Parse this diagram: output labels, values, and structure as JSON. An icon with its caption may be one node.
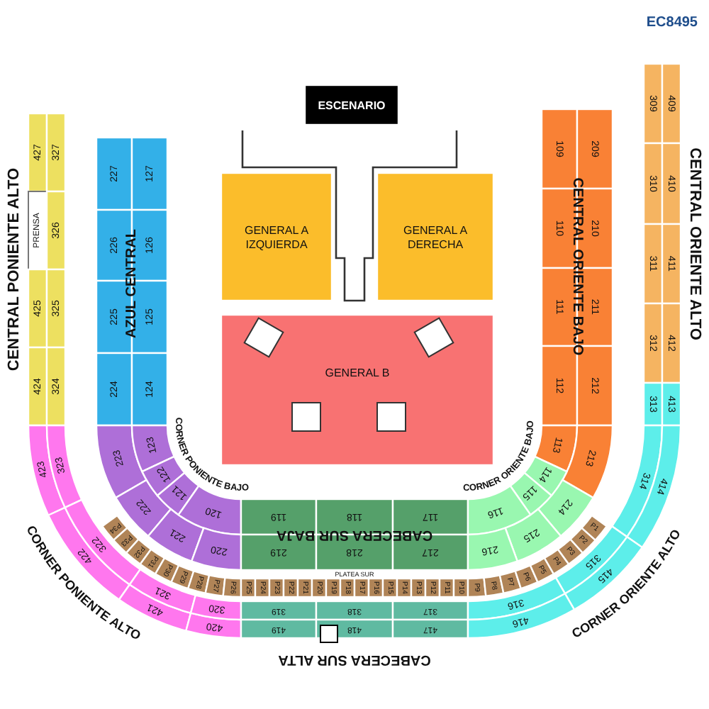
{
  "diagram": {
    "nodes": [
      {
        "text": [
          "ESCENARIO"
        ]
      },
      {
        "text": [
          "GENERAL A IZQUIERDA"
        ]
      },
      {
        "text": [
          "GENERAL A DERECHA"
        ]
      },
      {
        "text": [
          "GENERAL B"
        ]
      },
      {
        "text": [],
        "shape": "box",
        "in": 3
      },
      {
        "text": [],
        "shape": "box",
        "in": 3
      },
      {
        "text": [],
        "shape": "box",
        "in": 3
      },
      {
        "text": [],
        "shape": "box",
        "in": 3
      },
      {
        "text": [
          "427"
        ]
      },
      {
        "text": [
          "327"
        ]
      },
      {
        "text": [
          "PRENSA"
        ]
      },
      {
        "text": [
          "326"
        ]
      },
      {
        "text": [
          "425"
        ]
      },
      {
        "text": [
          "325"
        ]
      },
      {
        "text": [
          "424"
        ]
      },
      {
        "text": [
          "324"
        ]
      },
      {
        "text": [
          "227"
        ]
      },
      {
        "text": [
          "127"
        ]
      },
      {
        "text": [
          "226"
        ]
      },
      {
        "text": [
          "126"
        ]
      },
      {
        "text": [
          "225"
        ]
      },
      {
        "text": [
          "125"
        ]
      },
      {
        "text": [
          "224"
        ]
      },
      {
        "text": [
          "124"
        ]
      },
      {
        "text": [
          "109"
        ]
      },
      {
        "text": [
          "209"
        ]
      },
      {
        "text": [
          "110"
        ]
      },
      {
        "text": [
          "210"
        ]
      },
      {
        "text": [
          "111"
        ]
      },
      {
        "text": [
          "211"
        ]
      },
      {
        "text": [
          "112"
        ]
      },
      {
        "text": [
          "212"
        ]
      },
      {
        "text": [
          "309"
        ]
      },
      {
        "text": [
          "409"
        ]
      },
      {
        "text": [
          "310"
        ]
      },
      {
        "text": [
          "410"
        ]
      },
      {
        "text": [
          "311"
        ]
      },
      {
        "text": [
          "411"
        ]
      },
      {
        "text": [
          "312"
        ]
      },
      {
        "text": [
          "412"
        ]
      },
      {
        "text": [
          "313"
        ]
      },
      {
        "text": [
          "413"
        ]
      },
      {
        "text": [
          "223"
        ]
      },
      {
        "text": [
          "123"
        ]
      },
      {
        "text": [
          "222"
        ]
      },
      {
        "text": [
          "122"
        ]
      },
      {
        "text": [
          "121"
        ]
      },
      {
        "text": [
          "221"
        ]
      },
      {
        "text": [
          "120"
        ]
      },
      {
        "text": [
          "220"
        ]
      },
      {
        "text": [
          "119"
        ]
      },
      {
        "text": [
          "118"
        ]
      },
      {
        "text": [
          "117"
        ]
      },
      {
        "text": [
          "219"
        ]
      },
      {
        "text": [
          "218"
        ]
      },
      {
        "text": [
          "217"
        ]
      },
      {
        "text": [
          "113"
        ]
      },
      {
        "text": [
          "213"
        ]
      },
      {
        "text": [
          "114"
        ]
      },
      {
        "text": [
          "115"
        ]
      },
      {
        "text": [
          "116"
        ]
      },
      {
        "text": [
          "214"
        ]
      },
      {
        "text": [
          "215"
        ]
      },
      {
        "text": [
          "216"
        ]
      },
      {
        "text": [
          "423"
        ]
      },
      {
        "text": [
          "323"
        ]
      },
      {
        "text": [
          "422"
        ]
      },
      {
        "text": [
          "322"
        ]
      },
      {
        "text": [
          "421"
        ]
      },
      {
        "text": [
          "321"
        ]
      },
      {
        "text": [
          "420"
        ]
      },
      {
        "text": [
          "320"
        ]
      },
      {
        "text": [
          "P34"
        ]
      },
      {
        "text": [
          "P33"
        ]
      },
      {
        "text": [
          "P32"
        ]
      },
      {
        "text": [
          "P31"
        ]
      },
      {
        "text": [
          "P30"
        ]
      },
      {
        "text": [
          "P29"
        ]
      },
      {
        "text": [
          "P28"
        ]
      },
      {
        "text": [
          "P27"
        ]
      },
      {
        "text": [
          "P26"
        ]
      },
      {
        "text": [
          "P25"
        ]
      },
      {
        "text": [
          "P24"
        ]
      },
      {
        "text": [
          "P23"
        ]
      },
      {
        "text": [
          "P22"
        ]
      },
      {
        "text": [
          "P21"
        ]
      },
      {
        "text": [
          "P20"
        ]
      },
      {
        "text": [
          "P19"
        ]
      },
      {
        "text": [
          "P18"
        ]
      },
      {
        "text": [
          "P17"
        ]
      },
      {
        "text": [
          "P16"
        ]
      },
      {
        "text": [
          "P15"
        ]
      },
      {
        "text": [
          "P14"
        ]
      },
      {
        "text": [
          "P13"
        ]
      },
      {
        "text": [
          "P12"
        ]
      },
      {
        "text": [
          "P11"
        ]
      },
      {
        "text": [
          "P10"
        ]
      },
      {
        "text": [
          "P9"
        ]
      },
      {
        "text": [
          "P8"
        ]
      },
      {
        "text": [
          "P7"
        ]
      },
      {
        "text": [
          "P6"
        ]
      },
      {
        "text": [
          "P5"
        ]
      },
      {
        "text": [
          "P4"
        ]
      },
      {
        "text": [
          "P3"
        ]
      },
      {
        "text": [
          "P2"
        ]
      },
      {
        "text": [
          "P1"
        ]
      },
      {
        "text": [
          "319"
        ]
      },
      {
        "text": [
          "318"
        ]
      },
      {
        "text": [
          "317"
        ]
      },
      {
        "text": [
          "419"
        ]
      },
      {
        "text": [
          "418"
        ]
      },
      {
        "text": [
          "417"
        ]
      },
      {
        "text": [],
        "shape": "box"
      },
      {
        "text": [
          "314"
        ]
      },
      {
        "text": [
          "414"
        ]
      },
      {
        "text": [
          "315"
        ]
      },
      {
        "text": [
          "415"
        ]
      },
      {
        "text": [
          "316"
        ]
      },
      {
        "text": [
          "416"
        ]
      }
    ],
    "labels": [
      "EC8495",
      "CENTRAL PONIENTE ALTO",
      "AZUL CENTRAL",
      "CORNER PONIENTE BAJO",
      "CABECERA SUR BAJA",
      "CORNER ORIENTE BAJO",
      "CENTRAL ORIENTE BAJO",
      "CENTRAL ORIENTE ALTO",
      "CORNER ORIENTE ALTO",
      "CORNER PONIENTE ALTO",
      "PLATEA SUR",
      "CABECERA SUR ALTA"
    ]
  }
}
